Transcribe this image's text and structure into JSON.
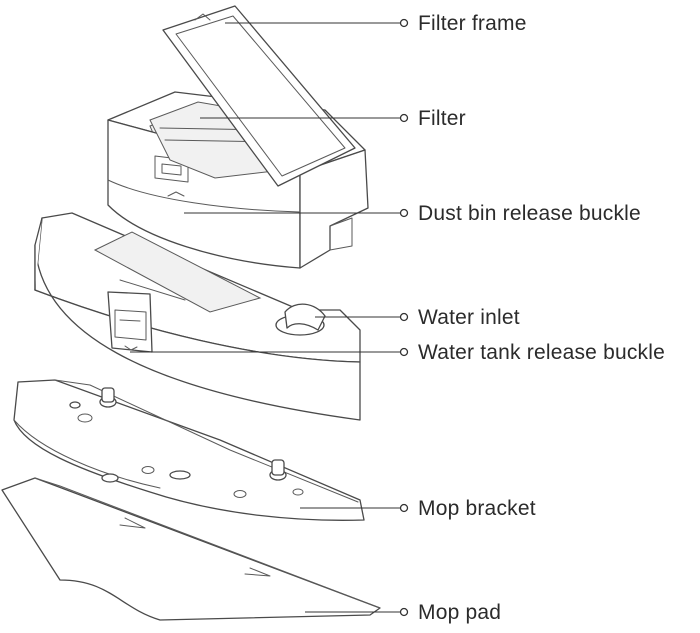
{
  "labels": {
    "filter_frame": "Filter frame",
    "filter": "Filter",
    "dust_bin_release_buckle": "Dust bin release buckle",
    "water_inlet": "Water inlet",
    "water_tank_release_buckle": "Water tank release buckle",
    "mop_bracket": "Mop bracket",
    "mop_pad": "Mop pad"
  }
}
